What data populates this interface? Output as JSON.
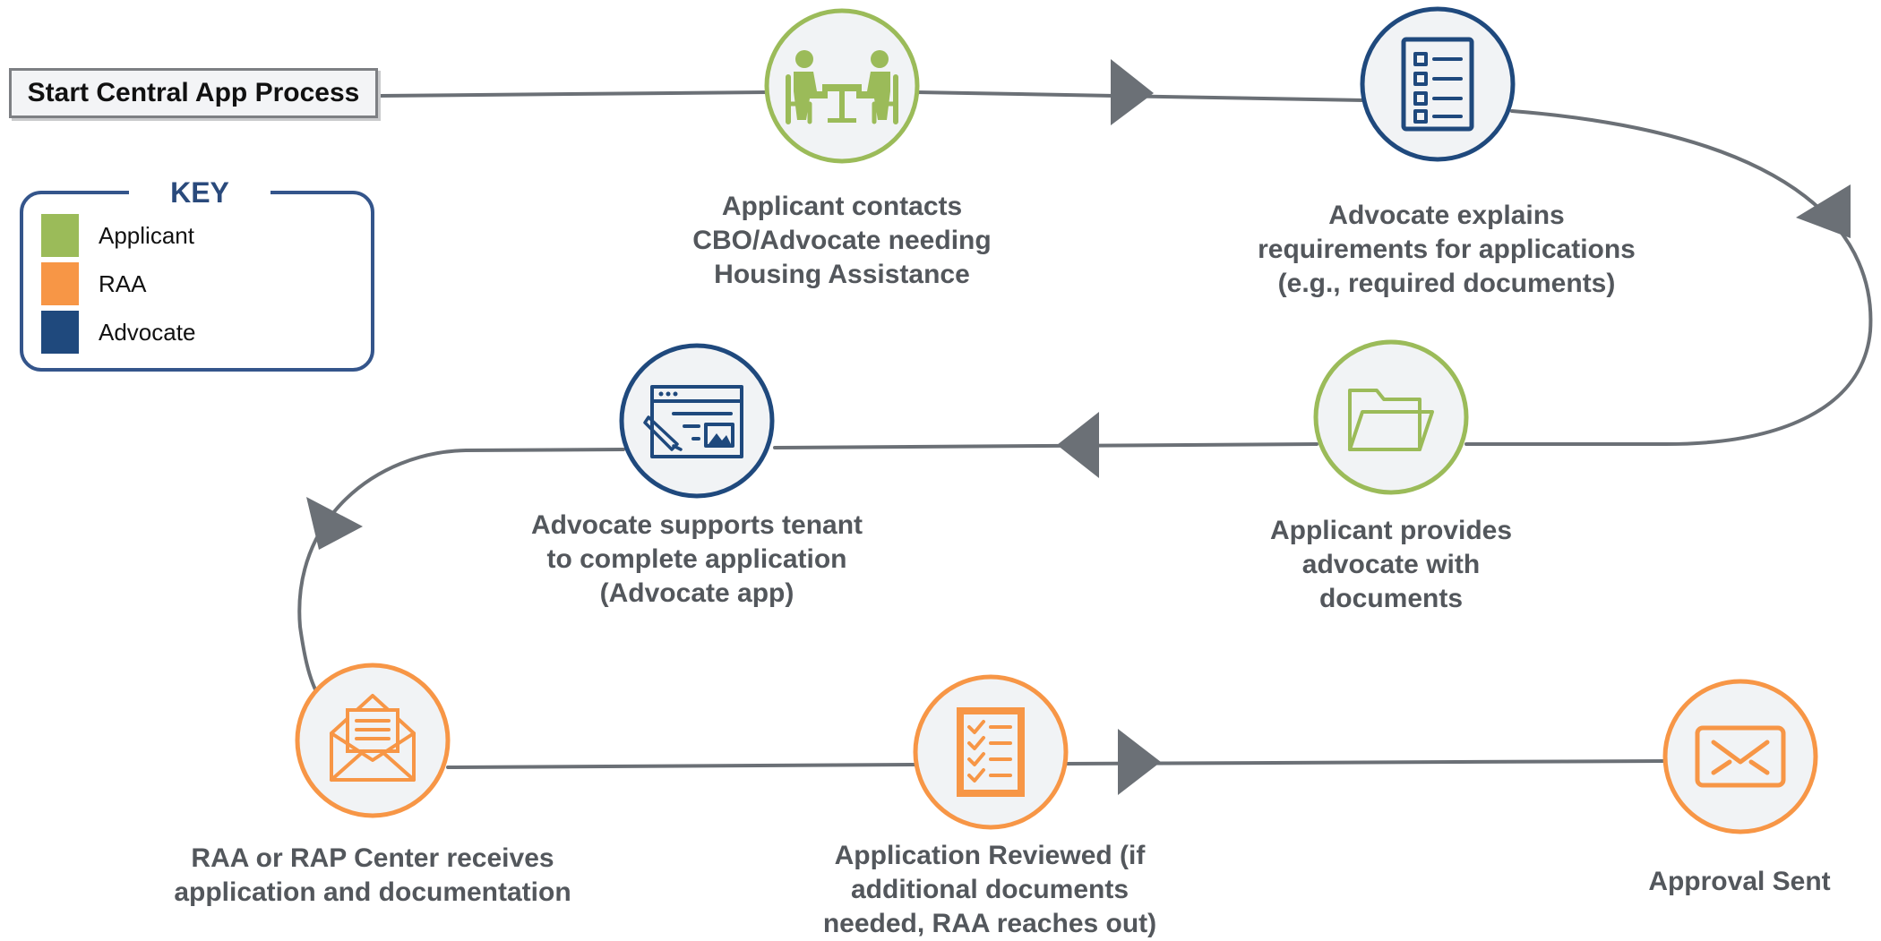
{
  "start": {
    "label": "Start Central App Process"
  },
  "key": {
    "title": "KEY",
    "items": [
      {
        "label": "Applicant",
        "color": "#9bbb59"
      },
      {
        "label": "RAA",
        "color": "#f79646"
      },
      {
        "label": "Advocate",
        "color": "#1f497d"
      }
    ]
  },
  "colors": {
    "connector": "#6b7076",
    "node_fill": "#f1f3f5"
  },
  "steps": [
    {
      "role": "Applicant",
      "icon": "meeting-icon",
      "lines": [
        "Applicant contacts",
        "CBO/Advocate needing",
        "Housing Assistance"
      ]
    },
    {
      "role": "Advocate",
      "icon": "checklist-icon",
      "lines": [
        "Advocate explains",
        "requirements for applications",
        "(e.g., required documents)"
      ]
    },
    {
      "role": "Applicant",
      "icon": "folder-icon",
      "lines": [
        "Applicant provides",
        "advocate with",
        "documents"
      ]
    },
    {
      "role": "Advocate",
      "icon": "web-form-icon",
      "lines": [
        "Advocate supports tenant",
        "to complete application",
        "(Advocate app)"
      ]
    },
    {
      "role": "RAA",
      "icon": "open-envelope-icon",
      "lines": [
        "RAA or RAP Center receives",
        "application and documentation"
      ]
    },
    {
      "role": "RAA",
      "icon": "checklist-review-icon",
      "lines": [
        "Application Reviewed (if",
        "additional documents",
        "needed, RAA reaches out)"
      ]
    },
    {
      "role": "RAA",
      "icon": "envelope-icon",
      "lines": [
        "Approval Sent"
      ]
    }
  ]
}
